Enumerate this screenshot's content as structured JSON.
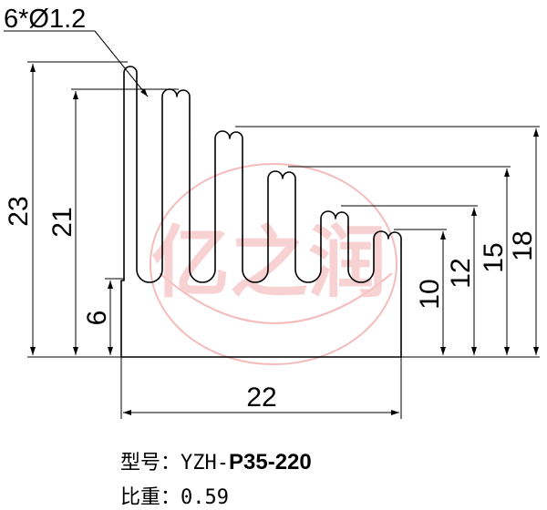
{
  "diagram": {
    "callout": "6*Ø1.2",
    "dimensions": {
      "overall_height": "23",
      "fin2_height": "21",
      "base_height": "6",
      "fin3_height": "18",
      "fin4_height": "15",
      "fin5_height": "12",
      "fin6_height": "10",
      "width": "22"
    },
    "watermark": {
      "text": "亿之润"
    }
  },
  "info": {
    "model_label": "型号：",
    "model_prefix": "YZH-",
    "model_code": "P35-220",
    "weight_label": "比重：",
    "weight_value": "0.59"
  },
  "colors": {
    "line": "#000000",
    "watermark": "#f2a4a4"
  }
}
